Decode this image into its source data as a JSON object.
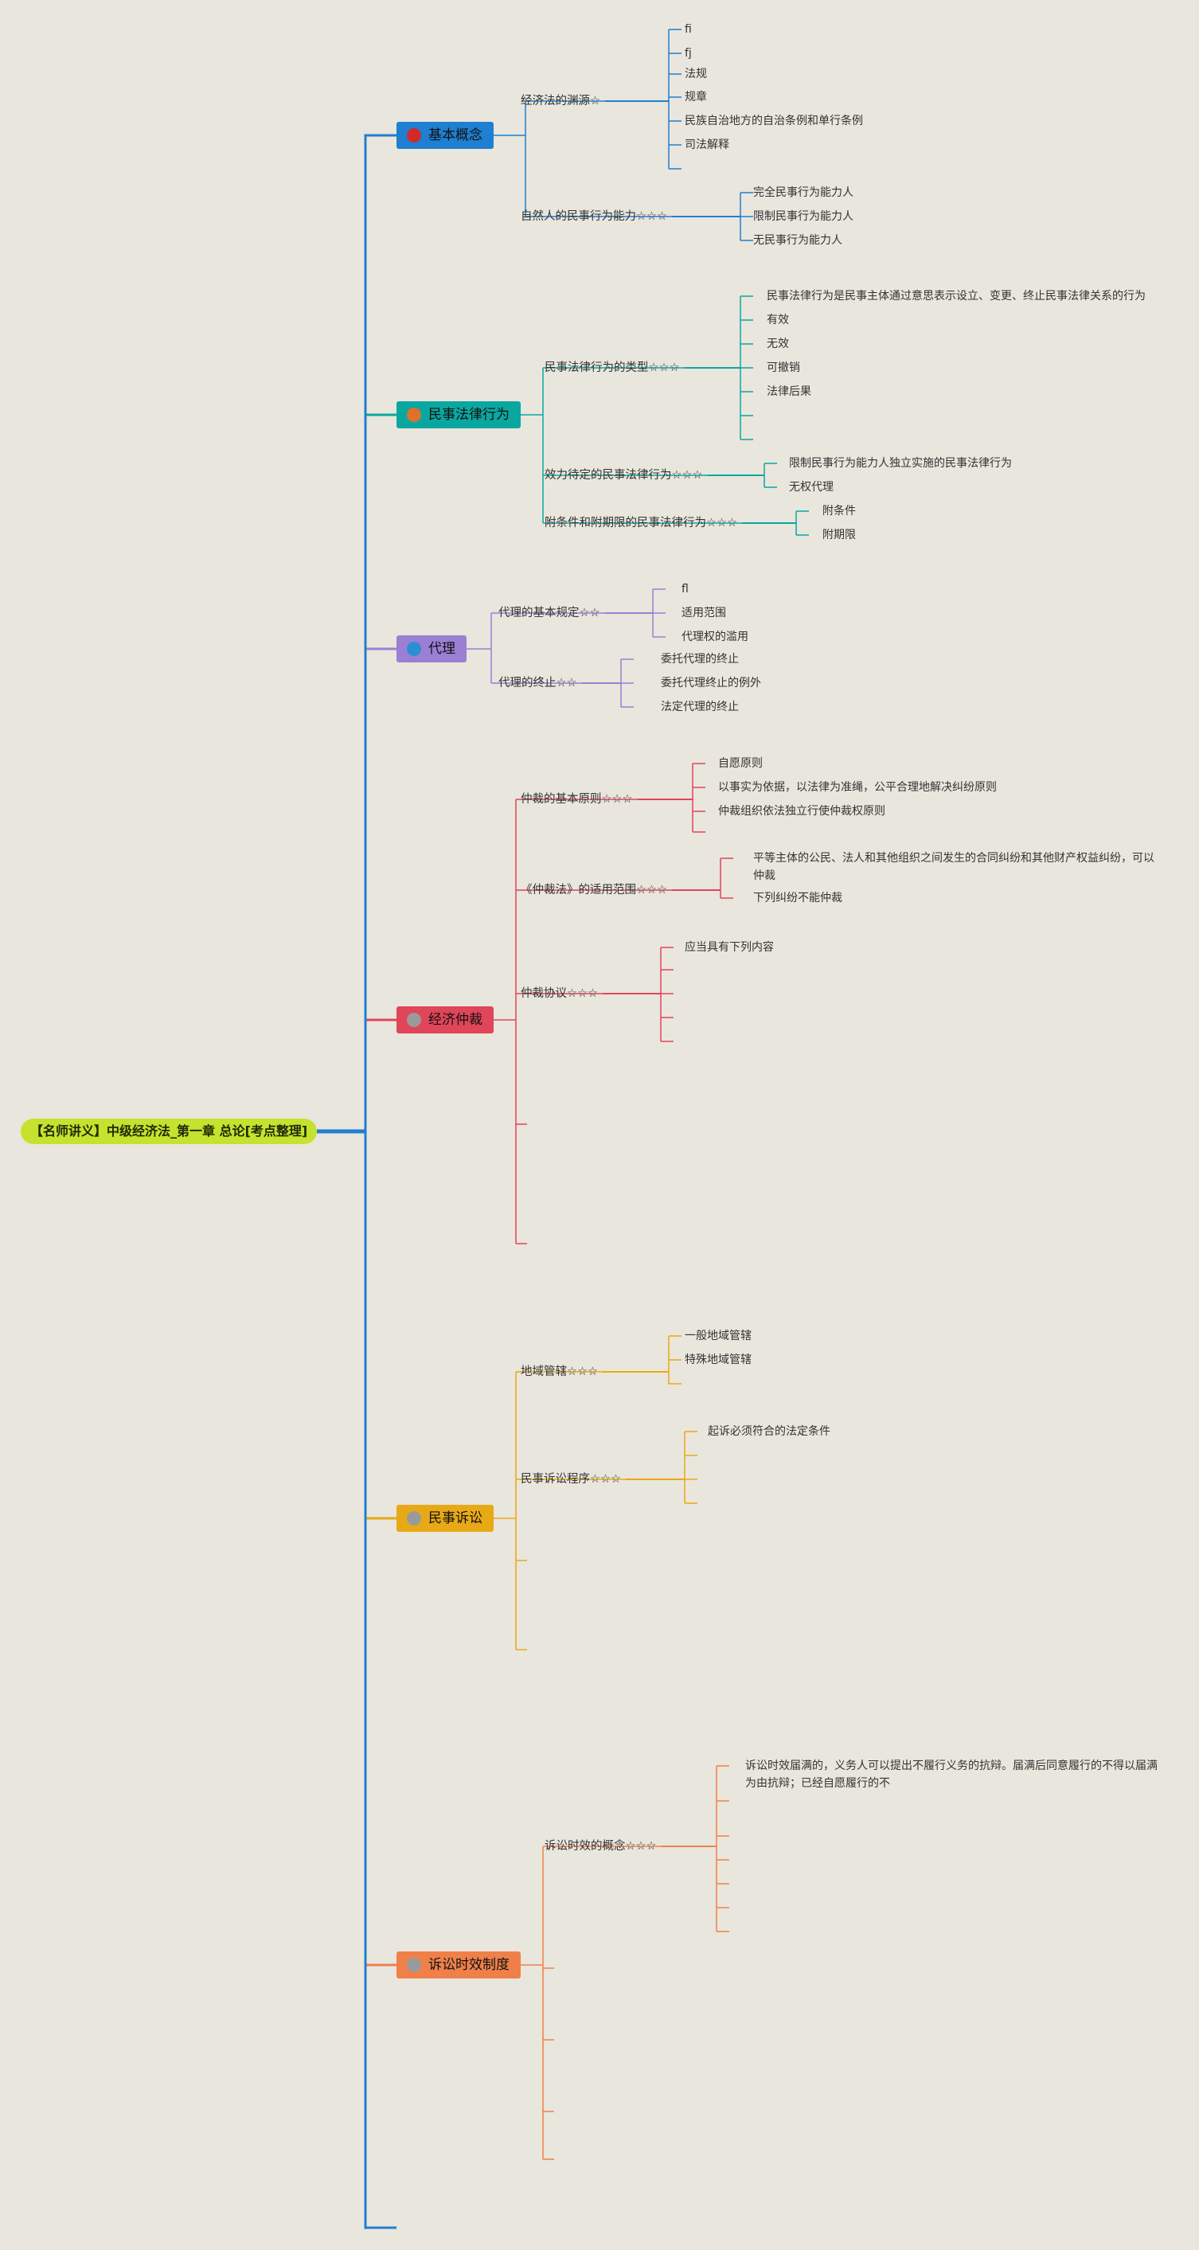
{
  "root": {
    "title": "【名师讲义】中级经济法_第一章 总论[考点整理]"
  },
  "categories": [
    {
      "name": "基本概念",
      "color": "#1f7fd0",
      "icon_color": "#d12a2a",
      "icon": "priority-1-icon",
      "subs": [
        {
          "label": "经济法的渊源☆",
          "leaves": [
            "fi",
            "fj",
            "法规",
            "规章",
            "民族自治地方的自治条例和单行条例",
            "司法解释",
            ""
          ]
        },
        {
          "label": "自然人的民事行为能力☆☆☆",
          "leaves": [
            "完全民事行为能力人",
            "限制民事行为能力人",
            "无民事行为能力人"
          ]
        }
      ]
    },
    {
      "name": "民事法律行为",
      "color": "#0aa7a1",
      "icon_color": "#e0712a",
      "icon": "priority-2-icon",
      "subs": [
        {
          "label": "民事法律行为的类型☆☆☆",
          "leaves": [
            "民事法律行为是民事主体通过意思表示设立、变更、终止民事法律关系的行为",
            "有效",
            "无效",
            "可撤销",
            "法律后果",
            "",
            ""
          ]
        },
        {
          "label": "效力待定的民事法律行为☆☆☆",
          "leaves": [
            "限制民事行为能力人独立实施的民事法律行为",
            "无权代理"
          ]
        },
        {
          "label": "附条件和附期限的民事法律行为☆☆☆",
          "leaves": [
            "附条件",
            "附期限"
          ]
        }
      ]
    },
    {
      "name": "代理",
      "color": "#9b7fd4",
      "icon_color": "#2a8fd1",
      "icon": "priority-3-icon",
      "subs": [
        {
          "label": "代理的基本规定☆☆",
          "leaves": [
            "fl",
            "适用范围",
            "代理权的滥用"
          ]
        },
        {
          "label": "代理的终止☆☆",
          "leaves": [
            "委托代理的终止",
            "委托代理终止的例外",
            "法定代理的终止"
          ]
        }
      ]
    },
    {
      "name": "经济仲裁",
      "color": "#e0455a",
      "icon_color": "#9a9a9a",
      "icon": "priority-4-icon",
      "subs": [
        {
          "label": "仲裁的基本原则☆☆☆",
          "leaves": [
            "自愿原则",
            "以事实为依据，以法律为准绳，公平合理地解决纠纷原则",
            "仲裁组织依法独立行使仲裁权原则",
            ""
          ]
        },
        {
          "label": "《仲裁法》的适用范围☆☆☆",
          "leaves": [
            "平等主体的公民、法人和其他组织之间发生的合同纠纷和其他财产权益纠纷，可以仲裁",
            "下列纠纷不能仲裁"
          ]
        },
        {
          "label": "仲裁协议☆☆☆",
          "leaves": [
            "应当具有下列内容",
            "",
            "",
            "",
            ""
          ]
        },
        {
          "label": "",
          "leaves": []
        },
        {
          "label": "",
          "leaves": []
        }
      ]
    },
    {
      "name": "民事诉讼",
      "color": "#e8a917",
      "icon_color": "#9a9a9a",
      "icon": "priority-5-icon",
      "subs": [
        {
          "label": "地域管辖☆☆☆",
          "leaves": [
            "一般地域管辖",
            "特殊地域管辖",
            ""
          ]
        },
        {
          "label": "民事诉讼程序☆☆☆",
          "leaves": [
            "起诉必须符合的法定条件",
            "",
            "",
            ""
          ]
        },
        {
          "label": "",
          "leaves": []
        },
        {
          "label": "",
          "leaves": []
        }
      ]
    },
    {
      "name": "诉讼时效制度",
      "color": "#f0804a",
      "icon_color": "#9a9a9a",
      "icon": "priority-6-icon",
      "subs": [
        {
          "label": "诉讼时效的概念☆☆☆",
          "leaves": [
            "诉讼时效届满的，义务人可以提出不履行义务的抗辩。届满后同意履行的不得以届满为由抗辩；已经自愿履行的不",
            "",
            "",
            "",
            "",
            "",
            ""
          ]
        },
        {
          "label": "",
          "leaves": []
        },
        {
          "label": "",
          "leaves": []
        },
        {
          "label": "",
          "leaves": []
        },
        {
          "label": "",
          "leaves": []
        }
      ]
    }
  ]
}
